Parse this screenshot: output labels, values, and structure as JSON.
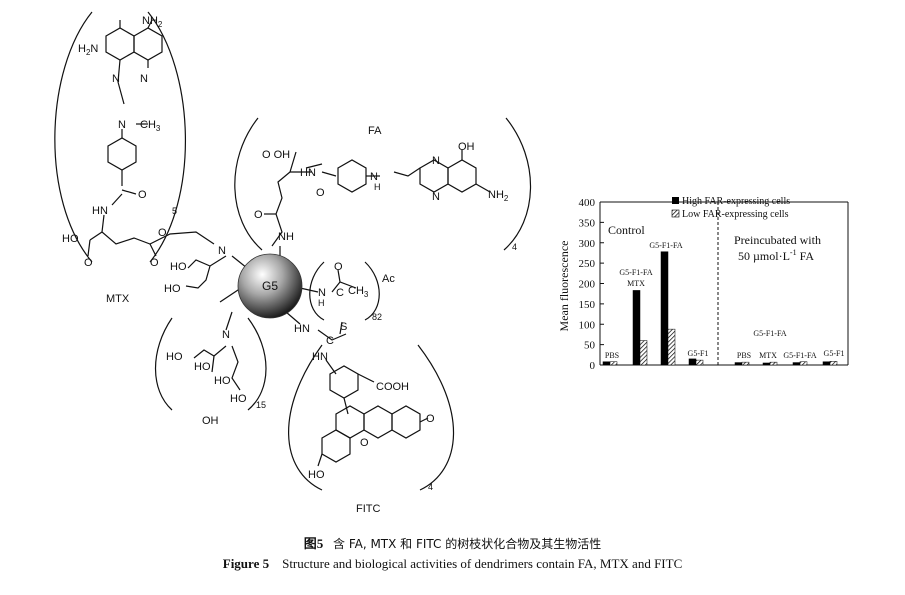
{
  "structure": {
    "groups": {
      "mtx": "MTX",
      "fa": "FA",
      "fitc": "FITC",
      "oh": "OH",
      "ac": "Ac",
      "core": "G5"
    },
    "counts": {
      "mtx": "5",
      "fa": "4",
      "ac": "82",
      "oh": "15",
      "fitc": "4"
    },
    "atoms": {
      "nh2": "NH",
      "nh2_sub": "2",
      "h2n": "H",
      "h2n_sub": "2",
      "h2n_n": "N",
      "n": "N",
      "ch3": "CH",
      "ch3_sub": "3",
      "hn": "HN",
      "nh": "NH",
      "ho": "HO",
      "oh": "OH",
      "o": "O",
      "c": "C",
      "s": "S",
      "cooh": "COOH"
    }
  },
  "chart_data": {
    "type": "bar",
    "ylabel": "Mean fluorescence",
    "ylim": [
      0,
      400
    ],
    "yticks": [
      0,
      50,
      100,
      150,
      200,
      250,
      300,
      350,
      400
    ],
    "legend": [
      "High FAR-expressing cells",
      "Low FAR-expressing cells"
    ],
    "legend_position": "top-right",
    "panels": [
      {
        "title": "Control",
        "categories": [
          "PBS",
          "G5-F1-FA MTX",
          "G5-F1-FA",
          "G5-F1"
        ],
        "series": [
          {
            "name": "High FAR-expressing cells",
            "values": [
              8,
              183,
              278,
              15
            ]
          },
          {
            "name": "Low FAR-expressing cells",
            "values": [
              8,
              60,
              88,
              12
            ]
          }
        ]
      },
      {
        "title": "Preincubated with 50 µmol·L-1 FA",
        "categories": [
          "PBS",
          "MTX",
          "G5-F1-FA",
          "G5-F1"
        ],
        "series": [
          {
            "name": "High FAR-expressing cells",
            "values": [
              6,
              5,
              6,
              8
            ]
          },
          {
            "name": "Low FAR-expressing cells",
            "values": [
              7,
              7,
              8,
              9
            ]
          }
        ]
      }
    ],
    "bar_labels": [
      "PBS",
      "G5-F1-FA",
      "MTX",
      "G5-F1-FA",
      "G5-F1",
      "PBS",
      "MTX",
      "G5-F1-FA",
      "G5-F1",
      "G5-F1-FA"
    ],
    "panel2_title": {
      "line1": "Preincubated with",
      "line2a": "50 µmol·L",
      "line2sup": "-1",
      "line2b": " FA"
    }
  },
  "caption": {
    "cn_label": "图5",
    "cn_text": "含 FA, MTX 和 FITC 的树枝状化合物及其生物活性",
    "en_label": "Figure 5",
    "en_text": "Structure and biological activities of dendrimers contain FA, MTX and FITC"
  }
}
